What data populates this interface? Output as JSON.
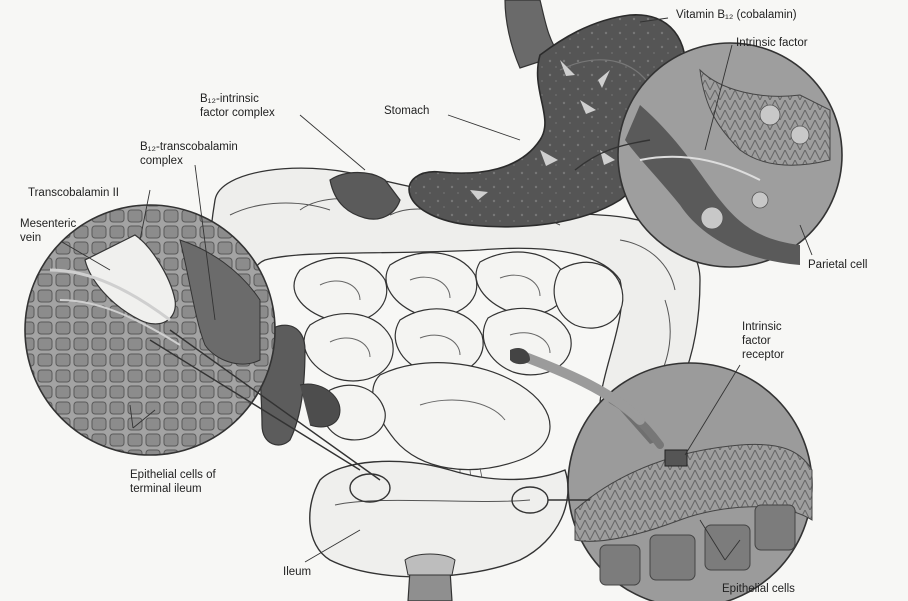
{
  "labels": {
    "vitamin": "Vitamin B₁₂ (cobalamin)",
    "intrinsic_factor": "Intrinsic factor",
    "stomach": "Stomach",
    "b12_if_complex": "B₁₂-intrinsic\nfactor complex",
    "b12_tc_complex": "B₁₂-transcobalamin\ncomplex",
    "transcobalamin": "Transcobalamin II",
    "mesenteric_vein": "Mesenteric\nvein",
    "parietal_cell": "Parietal cell",
    "if_receptor": "Intrinsic\nfactor\nreceptor",
    "epithelial_terminal": "Epithelial cells of\nterminal ileum",
    "ileum": "Ileum",
    "epithelial_cells": "Epithelial cells"
  },
  "colors": {
    "organ_dark": "#4e4e4e",
    "organ_mid": "#8a8a8a",
    "intestine_fill": "#f2f2f0",
    "outline": "#333333",
    "lens_fill": "#9a9a9a",
    "arrow": "#bdbdbd"
  }
}
